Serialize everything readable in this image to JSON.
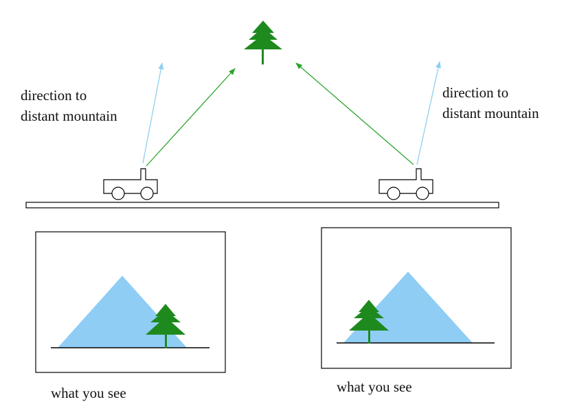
{
  "labels": {
    "left_direction_line1": "direction to",
    "left_direction_line2": "distant mountain",
    "right_direction_line1": "direction to",
    "right_direction_line2": "distant mountain",
    "left_caption": "what you see",
    "right_caption": "what you see"
  },
  "colors": {
    "tree": "#1e8a1e",
    "tree_sight_arrow": "#2ea52e",
    "mountain_sight_arrow": "#8fcff0",
    "mountain": "#8fcdf5",
    "outline": "#000000"
  },
  "icons": {
    "vehicle": "pickup-truck-icon",
    "tree": "pine-tree-icon",
    "mountain": "mountain-icon"
  }
}
